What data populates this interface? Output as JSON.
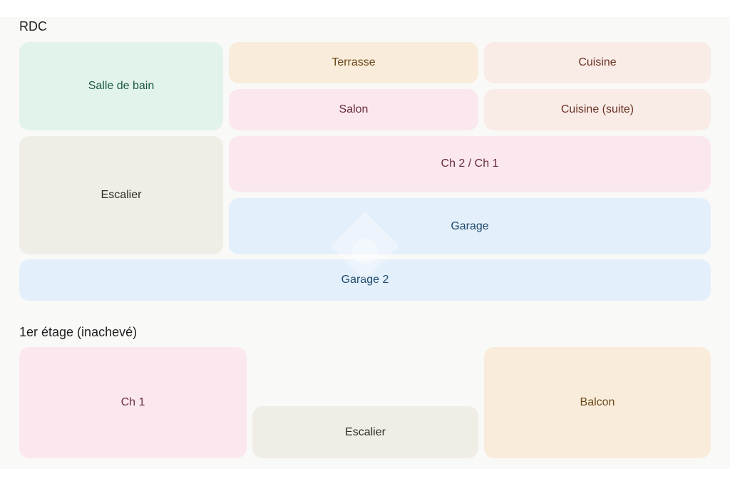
{
  "sections": {
    "ground_floor": {
      "title": "RDC",
      "rooms": {
        "bathroom": "Salle de bain",
        "terrace": "Terrasse",
        "kitchen": "Cuisine",
        "living_room": "Salon",
        "kitchen_continued": "Cuisine (suite)",
        "stairs": "Escalier",
        "bedrooms": "Ch 2 / Ch 1",
        "garage": "Garage",
        "garage_2": "Garage 2"
      }
    },
    "first_floor": {
      "title": "1er étage (inachevé)",
      "rooms": {
        "bedroom_1": "Ch 1",
        "stairs": "Escalier",
        "balcony": "Balcon"
      }
    }
  },
  "colors": {
    "mint": "#e2f3ec",
    "peach": "#f9ecdb",
    "blush": "#f9ebe6",
    "pink": "#fbe8ee",
    "stone": "#f0ede6",
    "sky": "#e3effa"
  }
}
